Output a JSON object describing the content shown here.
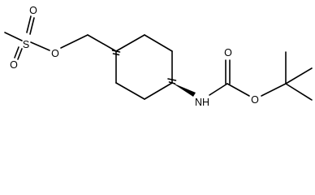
{
  "molecule": {
    "atoms": {
      "sulfonyl_o_top": "O",
      "sulfonyl_o_bottom": "O",
      "sulfur": "S",
      "ester_o": "O",
      "carbamate_n": "NH",
      "carbonyl_o": "O",
      "ether_o": "O"
    }
  },
  "colors": {
    "bond": "#000000",
    "label": "#000000",
    "background": "#ffffff"
  }
}
